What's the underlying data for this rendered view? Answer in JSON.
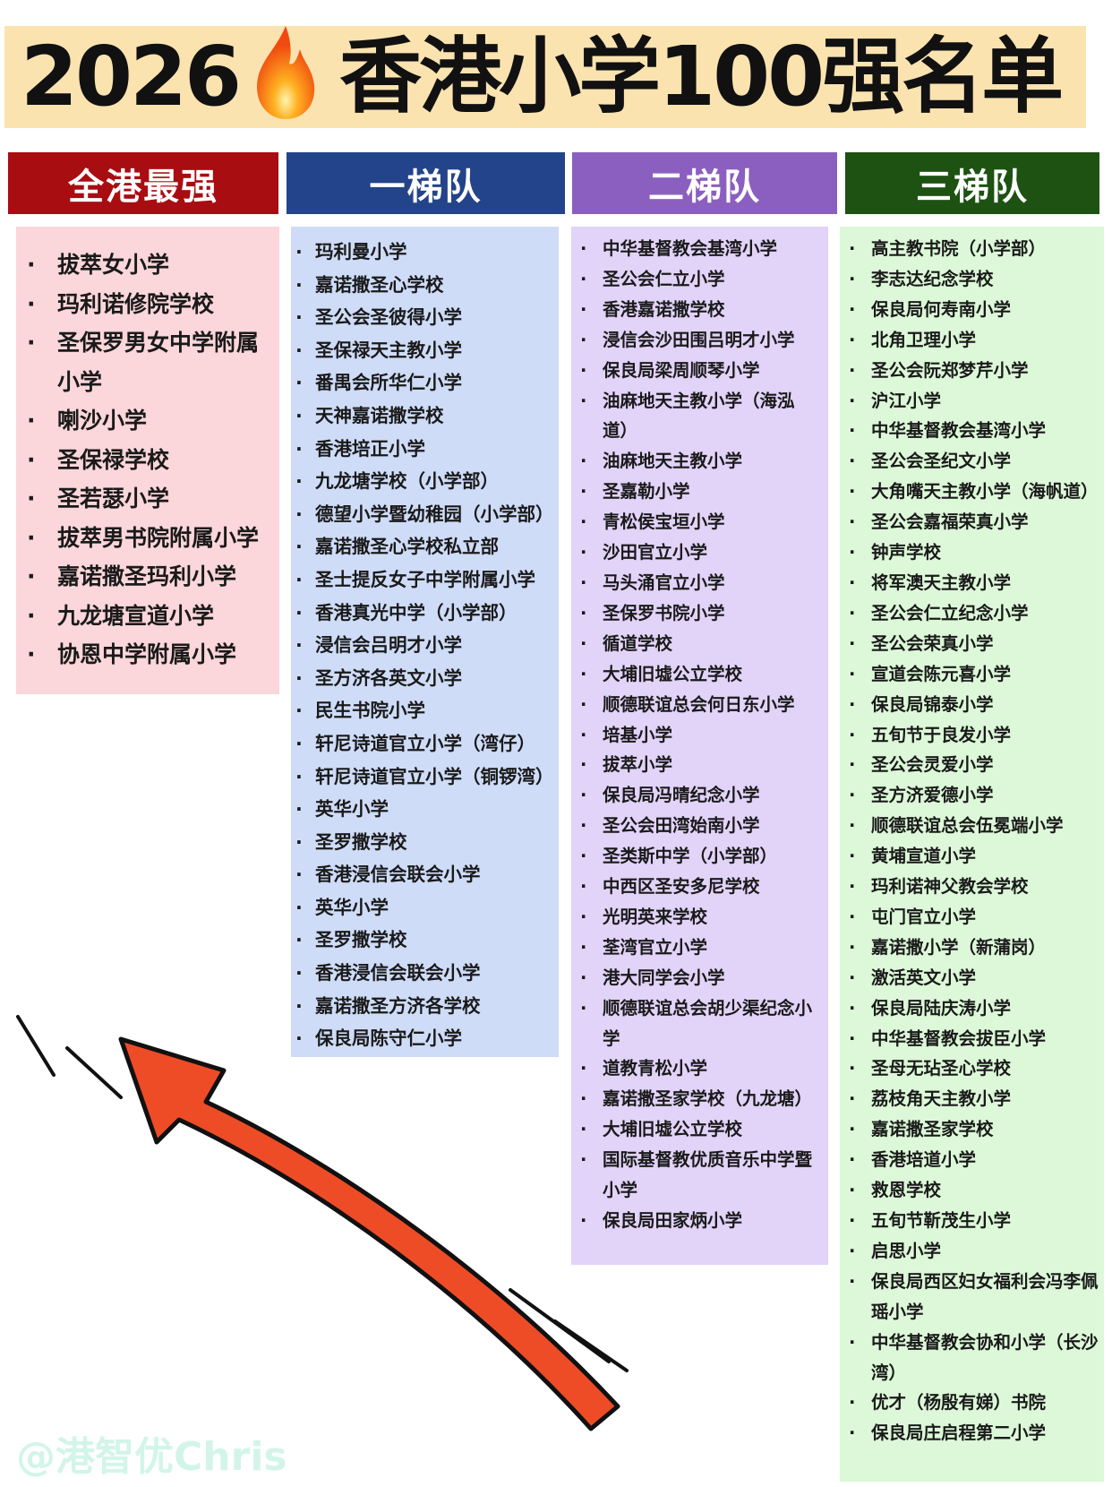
{
  "title": {
    "year": "2026",
    "icon": "fire-icon",
    "text": "香港小学100强名单"
  },
  "colors": {
    "banner": "#fbe3b0",
    "tier0": "#a80d12",
    "tier1": "#23448a",
    "tier2": "#8b5fc0",
    "tier3": "#1d5212",
    "arrow": "#ee4c27"
  },
  "tiers": [
    {
      "label": "全港最强",
      "schools": [
        "拔萃女小学",
        "玛利诺修院学校",
        "圣保罗男女中学附属小学",
        "喇沙小学",
        "圣保禄学校",
        "圣若瑟小学",
        "拔萃男书院附属小学",
        "嘉诺撒圣玛利小学",
        "九龙塘宣道小学",
        "协恩中学附属小学"
      ]
    },
    {
      "label": "一梯队",
      "schools": [
        "玛利曼小学",
        "嘉诺撒圣心学校",
        "圣公会圣彼得小学",
        "圣保禄天主教小学",
        "番禺会所华仁小学",
        "天神嘉诺撒学校",
        "香港培正小学",
        "九龙塘学校（小学部）",
        "德望小学暨幼稚园（小学部）",
        "嘉诺撒圣心学校私立部",
        "圣士提反女子中学附属小学",
        "香港真光中学（小学部）",
        "浸信会吕明才小学",
        "圣方济各英文小学",
        "民生书院小学",
        "轩尼诗道官立小学（湾仔）",
        "轩尼诗道官立小学（铜锣湾）",
        "英华小学",
        "圣罗撒学校",
        "香港浸信会联会小学",
        "英华小学",
        "圣罗撒学校",
        "香港浸信会联会小学",
        "嘉诺撒圣方济各学校",
        "保良局陈守仁小学"
      ]
    },
    {
      "label": "二梯队",
      "schools": [
        "中华基督教会基湾小学",
        "圣公会仁立小学",
        "香港嘉诺撒学校",
        "浸信会沙田围吕明才小学",
        "保良局梁周顺琴小学",
        "油麻地天主教小学（海泓道）",
        "油麻地天主教小学",
        "圣嘉勒小学",
        "青松侯宝垣小学",
        "沙田官立小学",
        "马头涌官立小学",
        "圣保罗书院小学",
        "循道学校",
        "大埔旧墟公立学校",
        "顺德联谊总会何日东小学",
        "培基小学",
        "拔萃小学",
        "保良局冯晴纪念小学",
        "圣公会田湾始南小学",
        "圣类斯中学（小学部）",
        "中西区圣安多尼学校",
        "光明英来学校",
        "荃湾官立小学",
        "港大同学会小学",
        "顺德联谊总会胡少渠纪念小学",
        "道教青松小学",
        "嘉诺撒圣家学校（九龙塘）",
        "大埔旧墟公立学校",
        "国际基督教优质音乐中学暨小学",
        "保良局田家炳小学"
      ]
    },
    {
      "label": "三梯队",
      "schools": [
        "高主教书院（小学部）",
        "李志达纪念学校",
        "保良局何寿南小学",
        "北角卫理小学",
        "圣公会阮郑梦芹小学",
        "沪江小学",
        "中华基督教会基湾小学",
        "圣公会圣纪文小学",
        "大角嘴天主教小学（海帆道）",
        "圣公会嘉福荣真小学",
        "钟声学校",
        "将军澳天主教小学",
        "圣公会仁立纪念小学",
        "圣公会荣真小学",
        "宣道会陈元喜小学",
        "保良局锦泰小学",
        "五旬节于良发小学",
        "圣公会灵爱小学",
        "圣方济爱德小学",
        "顺德联谊总会伍冕端小学",
        "黄埔宣道小学",
        "玛利诺神父教会学校",
        "屯门官立小学",
        "嘉诺撒小学（新蒲岗）",
        "激活英文小学",
        "保良局陆庆涛小学",
        "中华基督教会拔臣小学",
        "圣母无玷圣心学校",
        "荔枝角天主教小学",
        "嘉诺撒圣家学校",
        "香港培道小学",
        "救恩学校",
        "五旬节靳茂生小学",
        "启思小学",
        "保良局西区妇女福利会冯李佩瑶小学",
        "中华基督教会协和小学（长沙湾）",
        "优才（杨殷有娣）书院",
        "保良局庄启程第二小学"
      ]
    }
  ],
  "watermark": "@港智优Chris"
}
